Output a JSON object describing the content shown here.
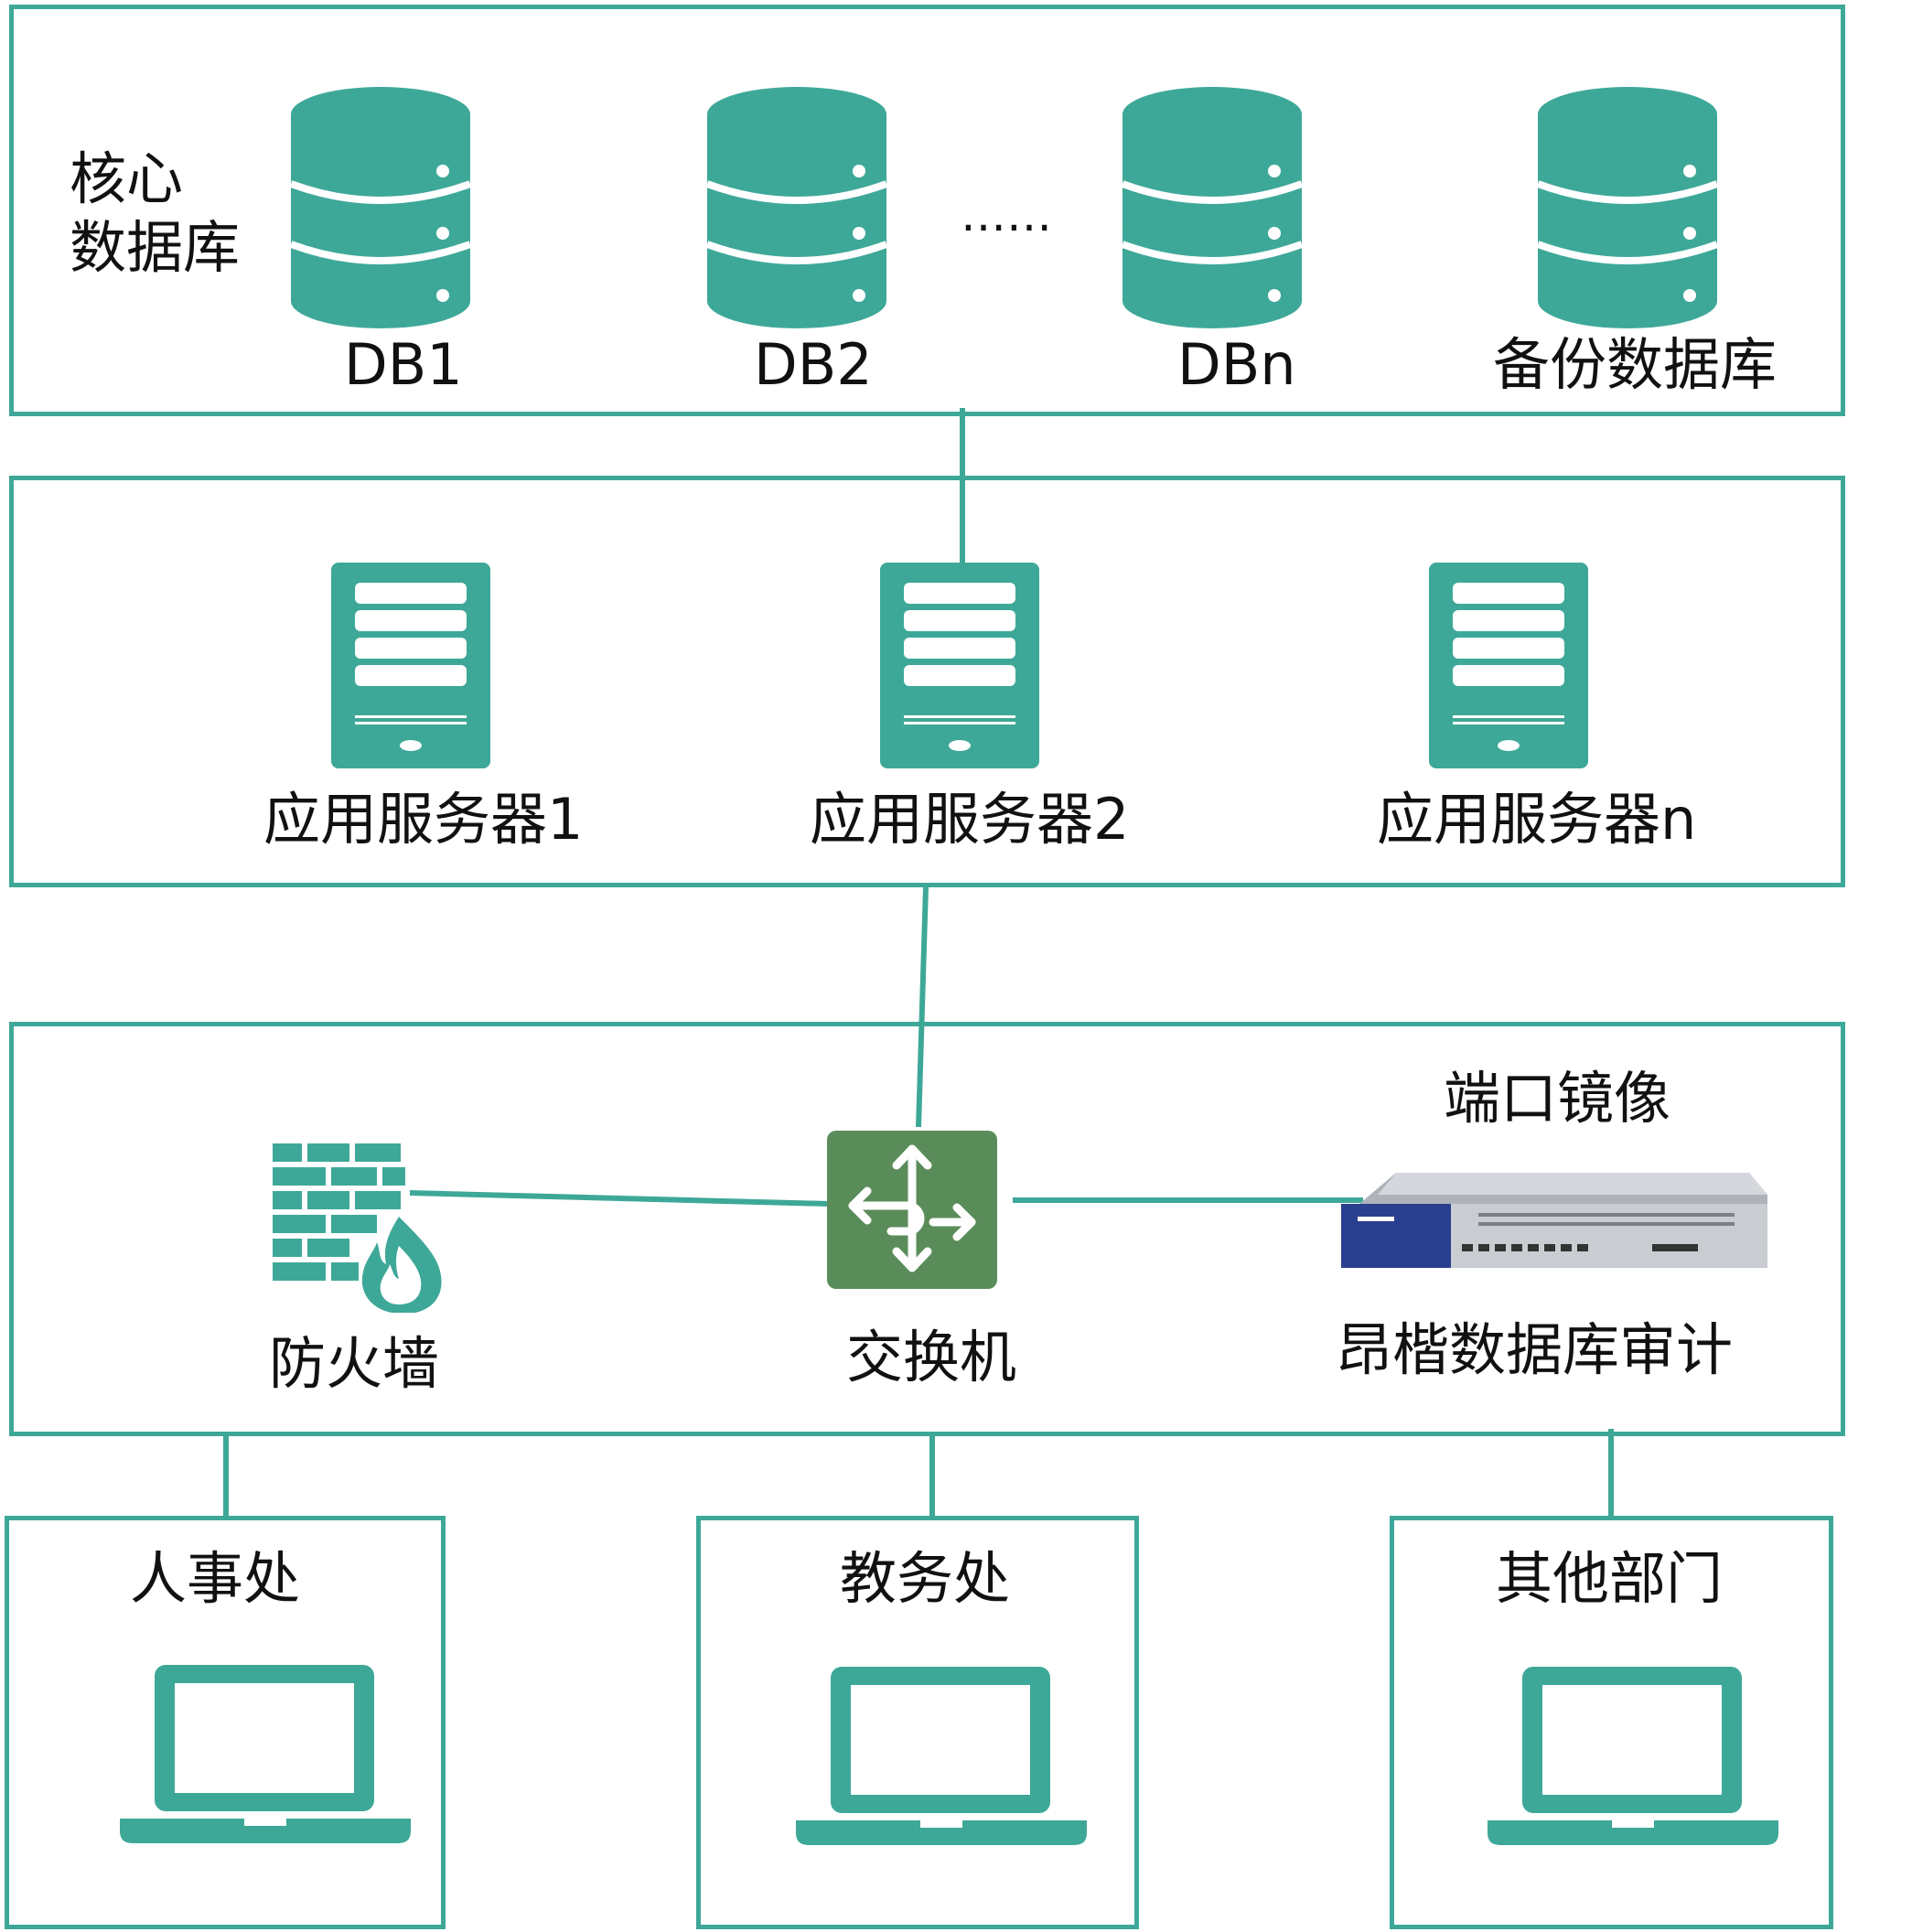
{
  "colors": {
    "accent": "#3ea898",
    "switch": "#5a8c5a",
    "audit_device_body": "#2a3f8f",
    "text": "#111111"
  },
  "core_layer": {
    "title_line1": "核心",
    "title_line2": "数据库",
    "databases": [
      {
        "label": "DB1",
        "icon": "database-icon"
      },
      {
        "label": "DB2",
        "icon": "database-icon"
      },
      {
        "label": "DBn",
        "icon": "database-icon"
      },
      {
        "label": "备份数据库",
        "icon": "database-icon"
      }
    ],
    "ellipsis": "……"
  },
  "app_layer": {
    "servers": [
      {
        "label": "应用服务器1",
        "icon": "server-icon"
      },
      {
        "label": "应用服务器2",
        "icon": "server-icon"
      },
      {
        "label": "应用服务器n",
        "icon": "server-icon"
      }
    ]
  },
  "network_layer": {
    "firewall_label": "防火墙",
    "switch_label": "交换机",
    "port_mirror_label": "端口镜像",
    "audit_label": "昂楷数据库审计"
  },
  "departments": [
    {
      "label": "人事处",
      "icon": "laptop-icon"
    },
    {
      "label": "教务处",
      "icon": "laptop-icon"
    },
    {
      "label": "其他部门",
      "icon": "laptop-icon"
    }
  ]
}
